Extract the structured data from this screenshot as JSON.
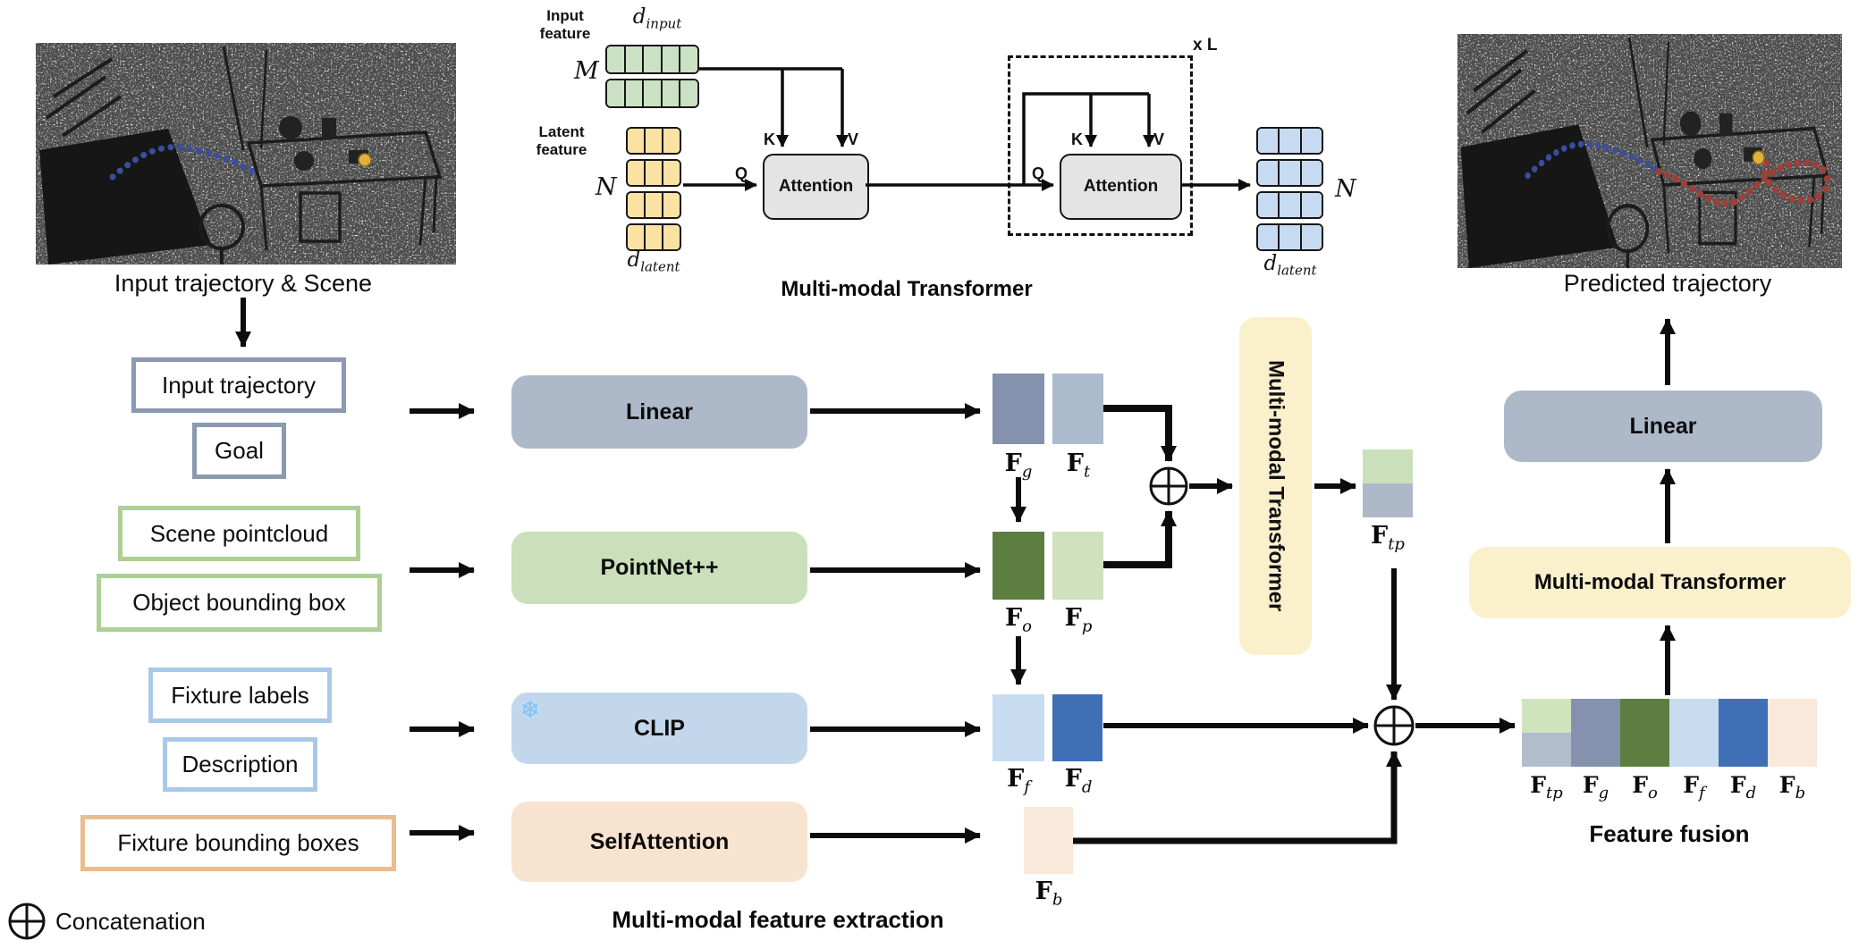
{
  "palette": {
    "trajectory_box_border": "#8b99b1",
    "pointcloud_box_border": "#aecf96",
    "text_box_border": "#a9c8e9",
    "bbox_box_border": "#e9bd8e",
    "linear_fill": "#adb9c9",
    "pointnet_fill": "#cadfba",
    "clip_fill": "#c2d7ec",
    "selfattention_fill": "#f8e3d0",
    "transformer_fill": "#fbf0cc",
    "attention_fill": "#e4e4e4",
    "input_grid_fill": "#cbe1c4",
    "latent_grid_fill": "#fbe2a2",
    "output_grid_fill": "#c6dbf1",
    "f_g": "#8492ad",
    "f_t": "#abbacd",
    "f_o": "#5c7e41",
    "f_p": "#cfe1bd",
    "f_f": "#c7dcf1",
    "f_d": "#3f70b5",
    "f_b": "#f9e9da",
    "f_tp_top": "#c9e0bb",
    "f_tp_bottom": "#adb8c9",
    "input_trajectory_color": "#3a4d9f",
    "predicted_trajectory_color": "#9c4038",
    "goal_marker_color": "#dfb23c"
  },
  "scene": {
    "input_caption": "Input trajectory & Scene",
    "predicted_caption": "Predicted trajectory"
  },
  "transformer_detail": {
    "input_feature_label": "Input feature",
    "latent_feature_label": "Latent feature",
    "d_input": {
      "base": "d",
      "sub": "input"
    },
    "d_latent": {
      "base": "d",
      "sub": "latent"
    },
    "m_label": "M",
    "n_label": "N",
    "attention_label": "Attention",
    "q_label": "Q",
    "k_label": "K",
    "v_label": "V",
    "loop_label": "x L",
    "caption": "Multi-modal Transformer"
  },
  "inputs": [
    {
      "label": "Input trajectory"
    },
    {
      "label": "Goal"
    },
    {
      "label": "Scene pointcloud"
    },
    {
      "label": "Object bounding box"
    },
    {
      "label": "Fixture labels"
    },
    {
      "label": "Description"
    },
    {
      "label": "Fixture bounding boxes"
    }
  ],
  "encoders": {
    "linear": "Linear",
    "pointnet": "PointNet++",
    "clip": "CLIP",
    "selfattention": "SelfAttention",
    "snowflake_icon": "❄",
    "caption": "Multi-modal feature extraction"
  },
  "features": {
    "f_g": {
      "base": "F",
      "sub": "g"
    },
    "f_t": {
      "base": "F",
      "sub": "t"
    },
    "f_o": {
      "base": "F",
      "sub": "o"
    },
    "f_p": {
      "base": "F",
      "sub": "p"
    },
    "f_f": {
      "base": "F",
      "sub": "f"
    },
    "f_d": {
      "base": "F",
      "sub": "d"
    },
    "f_b": {
      "base": "F",
      "sub": "b"
    },
    "f_tp": {
      "base": "F",
      "sub": "tp"
    }
  },
  "fusion_stage": {
    "transformer_label": "Multi-modal Transformer",
    "caption": "Feature fusion"
  },
  "output_stage": {
    "linear": "Linear"
  },
  "legend": {
    "concat_icon": "circled-plus",
    "label": "Concatenation"
  }
}
